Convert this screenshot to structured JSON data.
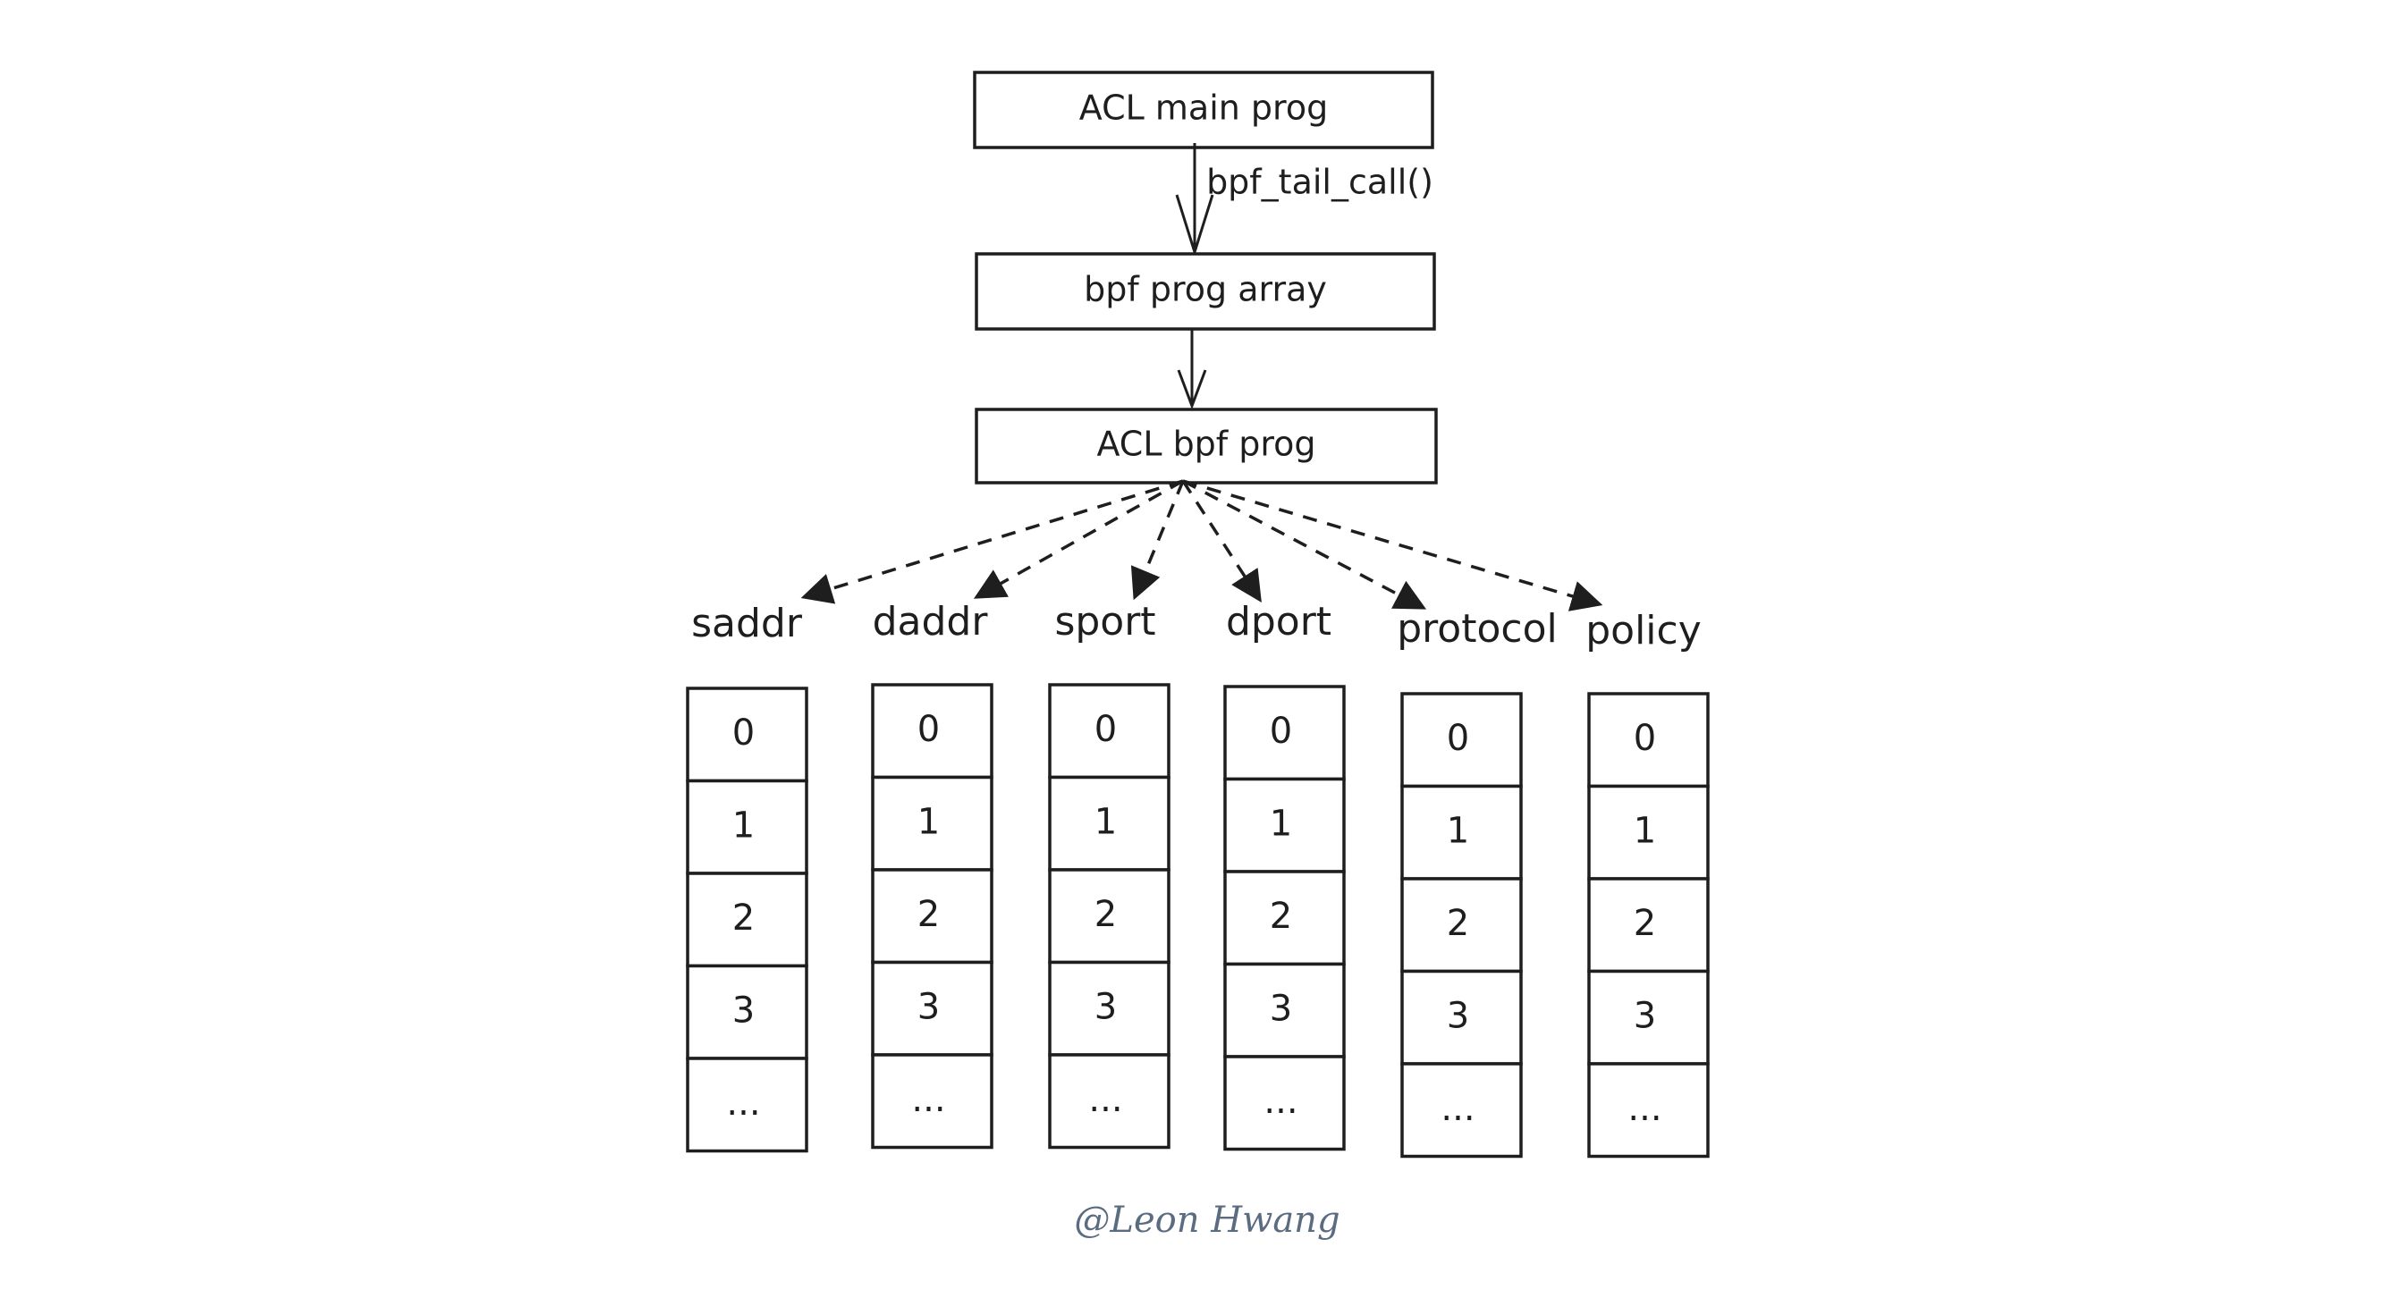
{
  "boxes": {
    "main": "ACL main prog",
    "array": "bpf prog array",
    "acl": "ACL bpf prog"
  },
  "edge_label": "bpf_tail_call()",
  "maps": [
    {
      "name": "saddr",
      "cells": [
        "0",
        "1",
        "2",
        "3",
        "..."
      ]
    },
    {
      "name": "daddr",
      "cells": [
        "0",
        "1",
        "2",
        "3",
        "..."
      ]
    },
    {
      "name": "sport",
      "cells": [
        "0",
        "1",
        "2",
        "3",
        "..."
      ]
    },
    {
      "name": "dport",
      "cells": [
        "0",
        "1",
        "2",
        "3",
        "..."
      ]
    },
    {
      "name": "protocol",
      "cells": [
        "0",
        "1",
        "2",
        "3",
        "..."
      ]
    },
    {
      "name": "policy",
      "cells": [
        "0",
        "1",
        "2",
        "3",
        "..."
      ]
    }
  ],
  "watermark": "@Leon Hwang"
}
